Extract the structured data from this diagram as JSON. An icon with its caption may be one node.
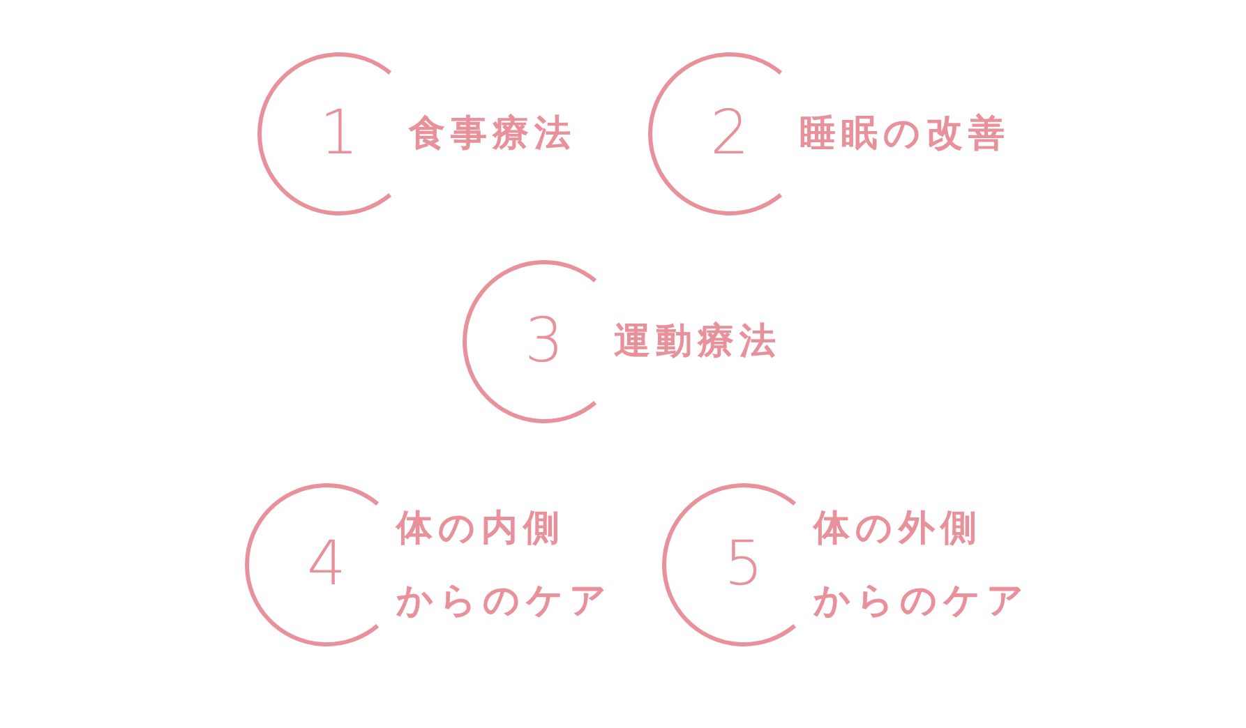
{
  "diagram": {
    "nodes": [
      {
        "text": [
          "1",
          "食事療法"
        ]
      },
      {
        "text": [
          "2",
          "睡眠の改善"
        ]
      },
      {
        "text": [
          "3",
          "運動療法"
        ]
      },
      {
        "text": [
          "4",
          "体の内側からのケア"
        ]
      },
      {
        "text": [
          "5",
          "体の外側からのケア"
        ]
      }
    ]
  }
}
